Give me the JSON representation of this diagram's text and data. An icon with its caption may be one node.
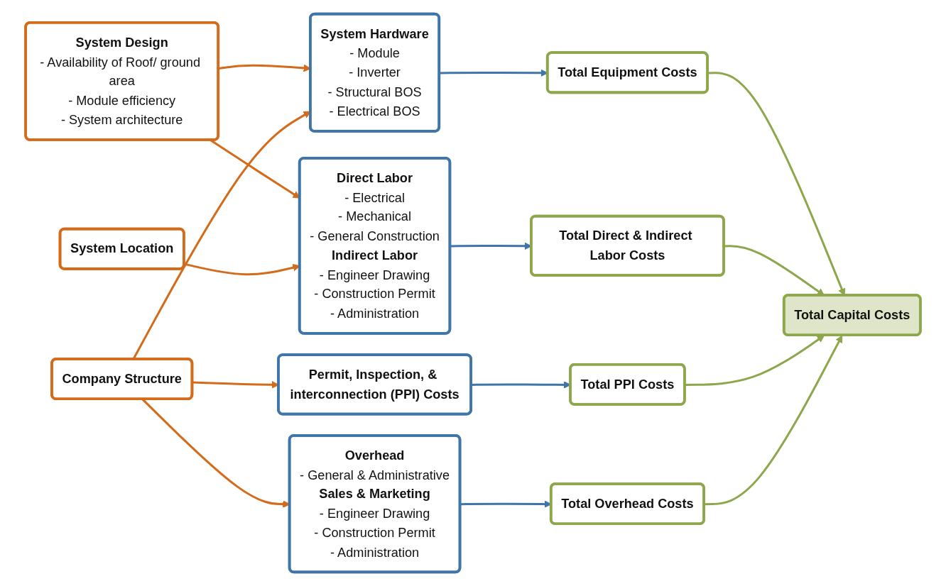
{
  "diagram": {
    "nodes": [
      {
        "text": [
          "System Design",
          "- Availability of Roof/ ground area",
          "- Module efficiency",
          "- System architecture"
        ]
      },
      {
        "text": [
          "System Location"
        ]
      },
      {
        "text": [
          "Company Structure"
        ]
      },
      {
        "text": [
          "System Hardware",
          "- Module",
          "- Inverter",
          "- Structural BOS",
          "- Electrical BOS"
        ]
      },
      {
        "text": [
          "Direct Labor",
          "- Electrical",
          "- Mechanical",
          "- General Construction",
          "Indirect Labor",
          "- Engineer Drawing",
          "- Construction Permit",
          "- Administration"
        ]
      },
      {
        "text": [
          "Permit, Inspection, & interconnection (PPI) Costs"
        ]
      },
      {
        "text": [
          "Overhead",
          "- General & Administrative",
          "Sales & Marketing",
          "- Engineer Drawing",
          "- Construction Permit",
          "- Administration"
        ]
      },
      {
        "text": [
          "Total Equipment Costs"
        ]
      },
      {
        "text": [
          "Total Direct & Indirect Labor Costs"
        ]
      },
      {
        "text": [
          "Total PPI Costs"
        ]
      },
      {
        "text": [
          "Total Overhead Costs"
        ]
      },
      {
        "text": [
          "Total Capital Costs"
        ]
      }
    ],
    "edges": [
      {
        "from": 0,
        "to": 3,
        "arrow": "to"
      },
      {
        "from": 0,
        "to": 4,
        "arrow": "to"
      },
      {
        "from": 1,
        "to": 4,
        "arrow": "to"
      },
      {
        "from": 2,
        "to": 3,
        "arrow": "to"
      },
      {
        "from": 2,
        "to": 5,
        "arrow": "to"
      },
      {
        "from": 2,
        "to": 6,
        "arrow": "to"
      },
      {
        "from": 3,
        "to": 7,
        "arrow": "to",
        "color": "#3f75a8"
      },
      {
        "from": 4,
        "to": 8,
        "arrow": "to",
        "color": "#3f75a8"
      },
      {
        "from": 5,
        "to": 9,
        "arrow": "to",
        "color": "#3f75a8"
      },
      {
        "from": 6,
        "to": 10,
        "arrow": "to",
        "color": "#3f75a8"
      },
      {
        "from": 7,
        "to": 11,
        "arrow": "to",
        "color": "#8ea64c"
      },
      {
        "from": 8,
        "to": 11,
        "arrow": "to",
        "color": "#8ea64c"
      },
      {
        "from": 9,
        "to": 11,
        "arrow": "to",
        "color": "#8ea64c"
      },
      {
        "from": 10,
        "to": 11,
        "arrow": "to",
        "color": "#8ea64c"
      }
    ]
  }
}
